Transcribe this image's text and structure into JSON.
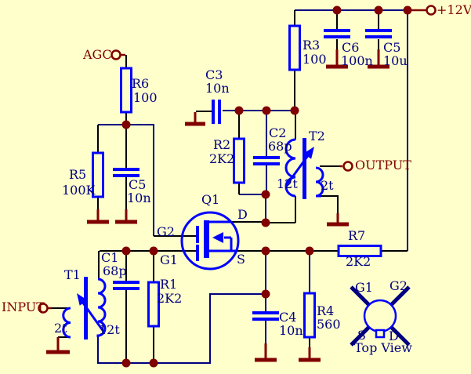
{
  "diagram_type": "schematic",
  "colors": {
    "background": "#FFFFCC",
    "wire": "#000080",
    "lead": "#000000",
    "component": "#0000FF",
    "accent": "#800000"
  },
  "terminals": {
    "agc": "AGC",
    "power": "+12V",
    "output": "OUTPUT",
    "input": "INPUT"
  },
  "components": {
    "r1": {
      "ref": "R1",
      "value": "2K2"
    },
    "r2": {
      "ref": "R2",
      "value": "2K2"
    },
    "r3": {
      "ref": "R3",
      "value": "100"
    },
    "r4": {
      "ref": "R4",
      "value": "560"
    },
    "r5": {
      "ref": "R5",
      "value": "100K"
    },
    "r6": {
      "ref": "R6",
      "value": "100"
    },
    "r7": {
      "ref": "R7",
      "value": "2K2"
    },
    "c1": {
      "ref": "C1",
      "value": "68p"
    },
    "c2": {
      "ref": "C2",
      "value": "68p"
    },
    "c3": {
      "ref": "C3",
      "value": "10n"
    },
    "c4": {
      "ref": "C4",
      "value": "10n"
    },
    "c5a": {
      "ref": "C5",
      "value": "10n"
    },
    "c5b": {
      "ref": "C5",
      "value": "10u"
    },
    "c6": {
      "ref": "C6",
      "value": "100n"
    },
    "t1": {
      "ref": "T1",
      "primary_turns": "2t",
      "secondary_turns": "12t"
    },
    "t2": {
      "ref": "T2",
      "primary_turns": "12t",
      "secondary_turns": "2t"
    },
    "q1": {
      "ref": "Q1",
      "pin_g1": "G1",
      "pin_g2": "G2",
      "pin_d": "D",
      "pin_s": "S"
    }
  },
  "top_view": {
    "caption": "Top View",
    "pin_g1": "G1",
    "pin_g2": "G2",
    "pin_s": "S",
    "pin_d": "D"
  }
}
